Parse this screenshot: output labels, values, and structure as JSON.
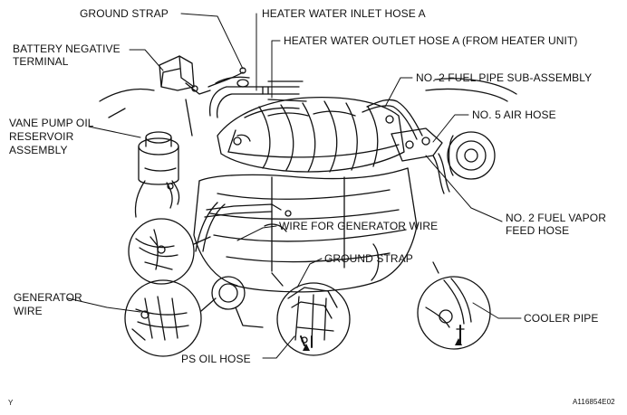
{
  "figure": {
    "labels": {
      "ground_strap_top": "GROUND STRAP",
      "heater_inlet": "HEATER WATER INLET HOSE A",
      "heater_outlet": "HEATER WATER OUTLET HOSE A (FROM HEATER UNIT)",
      "battery_line1": "BATTERY NEGATIVE",
      "battery_line2": "TERMINAL",
      "fuel_pipe": "NO. 2 FUEL PIPE SUB-ASSEMBLY",
      "air_hose": "NO. 5 AIR HOSE",
      "vane_line1": "VANE PUMP OIL",
      "vane_line2": "RESERVOIR",
      "vane_line3": "ASSEMBLY",
      "vapor_line1": "NO. 2 FUEL VAPOR",
      "vapor_line2": "FEED HOSE",
      "wire_gen": "WIRE FOR GENERATOR WIRE",
      "ground_strap_mid": "GROUND STRAP",
      "gen_line1": "GENERATOR",
      "gen_line2": "WIRE",
      "cooler_pipe": "COOLER PIPE",
      "ps_oil_hose": "PS OIL HOSE"
    },
    "corner_mark": "Y",
    "figure_id": "A116854E02"
  }
}
